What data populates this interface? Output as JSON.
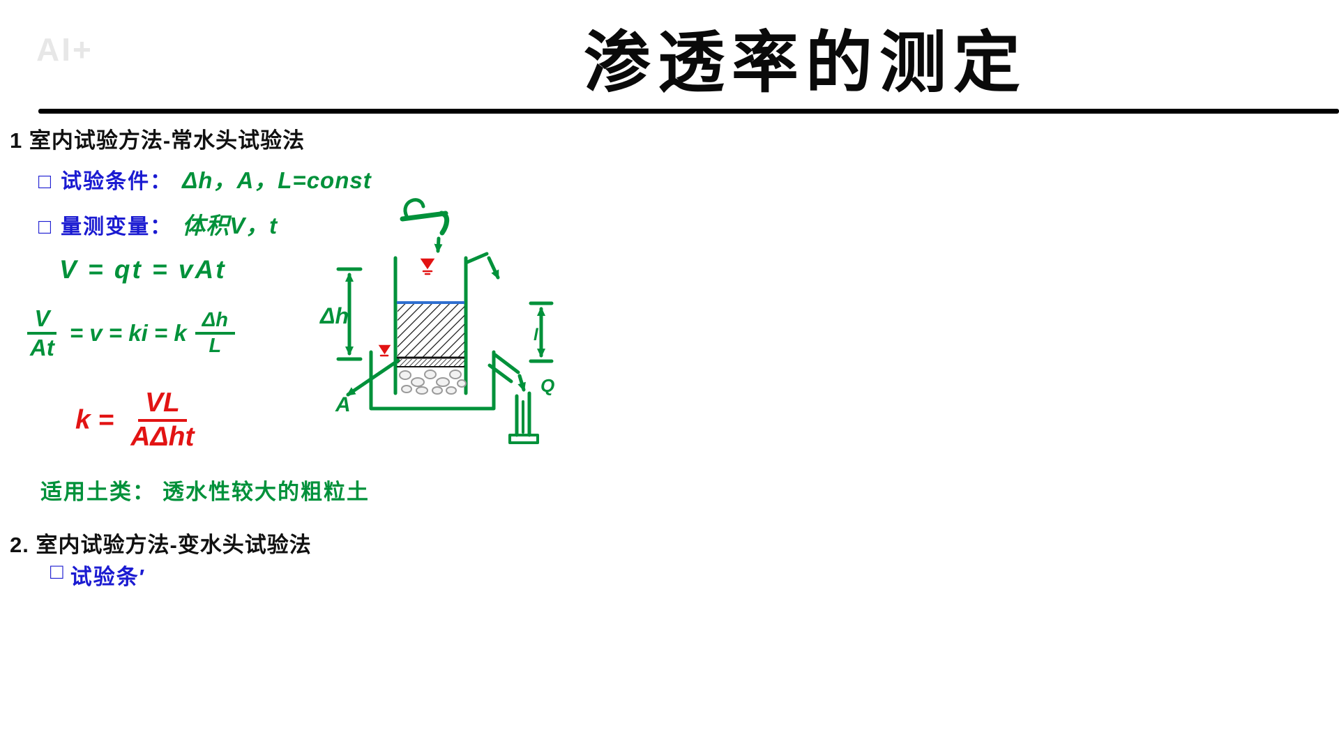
{
  "watermark": "AI+",
  "title": "渗透率的测定",
  "colors": {
    "green": "#00913A",
    "blue": "#1b1bd1",
    "red": "#e21313",
    "black": "#111111",
    "water_blue": "#2f6fd0"
  },
  "section1": {
    "heading": "1 室内试验方法-常水头试验法",
    "items": [
      {
        "checkbox": "□",
        "label": "试验条件：",
        "value": "Δh，A，L=const"
      },
      {
        "checkbox": "□",
        "label": "量测变量：",
        "value": "体积V，t"
      }
    ],
    "formula1": "V = qt = vAt",
    "formula2": {
      "num1": "V",
      "den1": "At",
      "mid": "= v = ki = k",
      "num2": "Δh",
      "den2": "L"
    },
    "formula3": {
      "lead": "k =",
      "num": "VL",
      "den": "AΔht"
    },
    "soil_note": {
      "label": "适用土类：",
      "value": "透水性较大的粗粒土"
    }
  },
  "section2": {
    "heading": "2. 室内试验方法-变水头试验法",
    "partial_item": {
      "checkbox": "□",
      "label": "试验条′"
    }
  },
  "diagram": {
    "labels": {
      "delta_h": "Δh",
      "area": "A",
      "flow": "Q",
      "length": "l"
    }
  }
}
